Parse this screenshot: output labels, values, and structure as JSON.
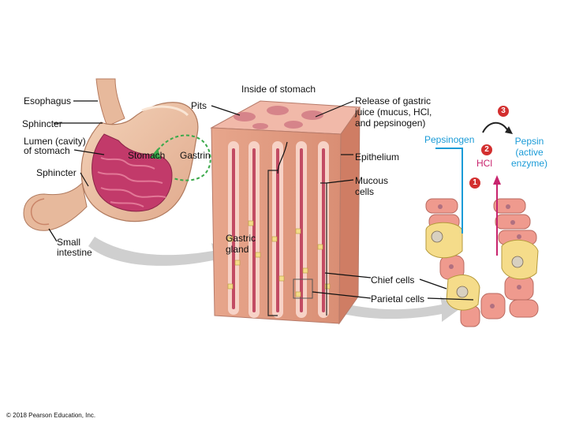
{
  "labels": {
    "inside_of_stomach": "Inside of stomach",
    "esophagus": "Esophagus",
    "pits": "Pits",
    "sphincter_top": "Sphincter",
    "lumen_line1": "Lumen (cavity)",
    "lumen_line2": "of stomach",
    "stomach": "Stomach",
    "gastrin": "Gastrin",
    "sphincter_bottom": "Sphincter",
    "small_intestine_line1": "Small",
    "small_intestine_line2": "intestine",
    "release_line1": "Release of gastric",
    "release_line2": "juice (mucus, HCl,",
    "release_line3": "and pepsinogen)",
    "epithelium": "Epithelium",
    "mucous_line1": "Mucous",
    "mucous_line2": "cells",
    "gastric_line1": "Gastric",
    "gastric_line2": "gland",
    "chief_cells": "Chief cells",
    "parietal_cells": "Parietal cells",
    "pepsinogen": "Pepsinogen",
    "hcl": "HCl",
    "pepsin_line1": "Pepsin",
    "pepsin_line2": "(active",
    "pepsin_line3": "enzyme)",
    "step1": "1",
    "step2": "2",
    "step3": "3",
    "copyright": "© 2018 Pearson Education, Inc."
  },
  "colors": {
    "tissue": "#e8a48a",
    "tissue_dark": "#c8586a",
    "lumen": "#c23a6a",
    "gland_pink": "#f2b7a8",
    "chief_yellow": "#f5dc8a",
    "parietal_pink": "#ef9a8e",
    "pepsinogen_arrow": "#1a9bd7",
    "hcl_arrow": "#c8246e",
    "step_badge": "#d32f2f",
    "gastrin_arrow": "#3aa94a",
    "connector_gray": "#c8c8c8"
  }
}
